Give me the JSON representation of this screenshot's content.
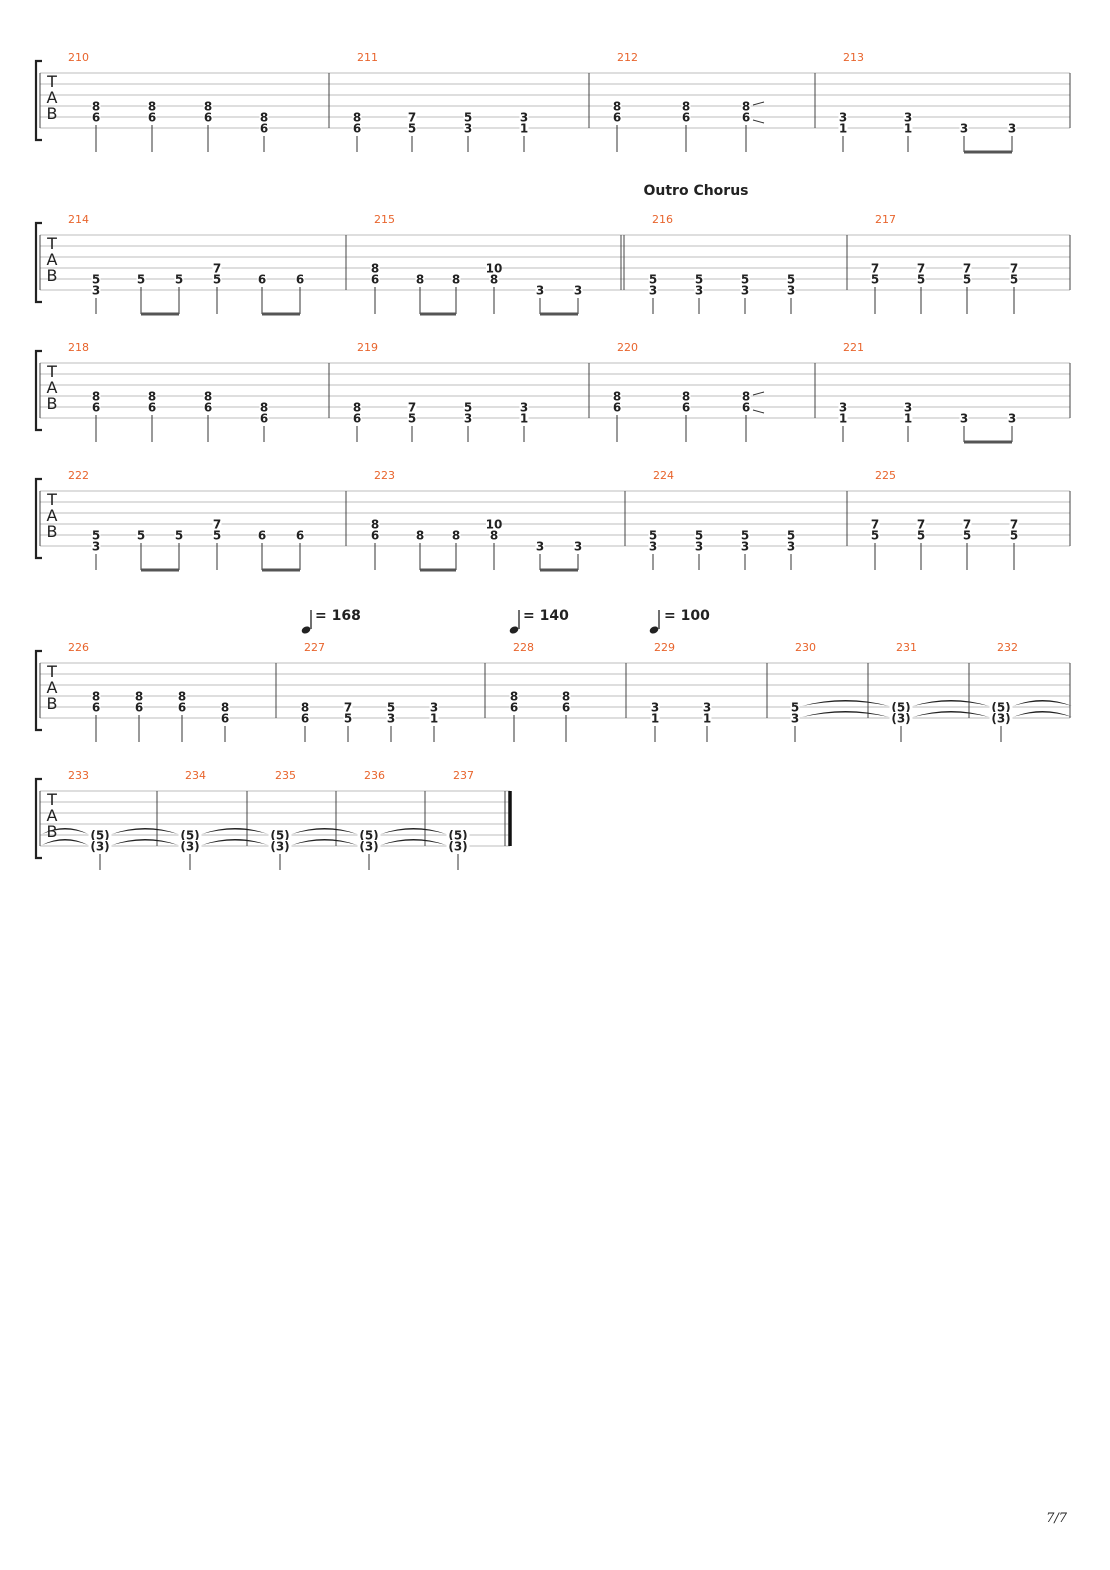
{
  "page": {
    "page_number": "7/7"
  },
  "clef": {
    "letters": [
      "T",
      "A",
      "B"
    ]
  },
  "section_marker": {
    "text": "Outro Chorus"
  },
  "tempo_marks": [
    {
      "bpm": "= 168"
    },
    {
      "bpm": "= 140"
    },
    {
      "bpm": "= 100"
    }
  ],
  "measures": [
    {
      "number": "210",
      "beats": [
        {
          "notes": [
            [
              4,
              "8"
            ],
            [
              5,
              "6"
            ]
          ]
        },
        {
          "notes": [
            [
              4,
              "8"
            ],
            [
              5,
              "6"
            ]
          ]
        },
        {
          "notes": [
            [
              4,
              "8"
            ],
            [
              5,
              "6"
            ]
          ]
        },
        {
          "notes": [
            [
              5,
              "8"
            ],
            [
              6,
              "6"
            ]
          ]
        }
      ]
    },
    {
      "number": "211",
      "beats": [
        {
          "notes": [
            [
              5,
              "8"
            ],
            [
              6,
              "6"
            ]
          ]
        },
        {
          "notes": [
            [
              5,
              "7"
            ],
            [
              6,
              "5"
            ]
          ]
        },
        {
          "notes": [
            [
              5,
              "5"
            ],
            [
              6,
              "3"
            ]
          ]
        },
        {
          "notes": [
            [
              5,
              "3"
            ],
            [
              6,
              "1"
            ]
          ]
        }
      ]
    },
    {
      "number": "212",
      "beats": [
        {
          "notes": [
            [
              4,
              "8"
            ],
            [
              5,
              "6"
            ]
          ]
        },
        {
          "notes": [
            [
              4,
              "8"
            ],
            [
              5,
              "6"
            ]
          ]
        },
        {
          "notes": [
            [
              4,
              "8"
            ],
            [
              5,
              "6"
            ]
          ],
          "slide": true
        }
      ]
    },
    {
      "number": "213",
      "beats": [
        {
          "notes": [
            [
              5,
              "3"
            ],
            [
              6,
              "1"
            ]
          ]
        },
        {
          "notes": [
            [
              5,
              "3"
            ],
            [
              6,
              "1"
            ]
          ]
        },
        {
          "notes": [
            [
              6,
              "3"
            ]
          ],
          "beam": "start"
        },
        {
          "notes": [
            [
              6,
              "3"
            ]
          ],
          "beam": "end"
        }
      ]
    },
    {
      "number": "214",
      "beats": [
        {
          "notes": [
            [
              5,
              "5"
            ],
            [
              6,
              "3"
            ]
          ]
        },
        {
          "notes": [
            [
              5,
              "5"
            ]
          ],
          "beam": "start"
        },
        {
          "notes": [
            [
              5,
              "5"
            ]
          ],
          "beam": "end"
        },
        {
          "notes": [
            [
              4,
              "7"
            ],
            [
              5,
              "5"
            ]
          ]
        },
        {
          "notes": [
            [
              5,
              "6"
            ]
          ],
          "beam": "start"
        },
        {
          "notes": [
            [
              5,
              "6"
            ]
          ],
          "beam": "end"
        }
      ]
    },
    {
      "number": "215",
      "beats": [
        {
          "notes": [
            [
              4,
              "8"
            ],
            [
              5,
              "6"
            ]
          ]
        },
        {
          "notes": [
            [
              5,
              "8"
            ]
          ],
          "beam": "start"
        },
        {
          "notes": [
            [
              5,
              "8"
            ]
          ],
          "beam": "end"
        },
        {
          "notes": [
            [
              4,
              "10"
            ],
            [
              5,
              "8"
            ]
          ]
        },
        {
          "notes": [
            [
              6,
              "3"
            ]
          ],
          "beam": "start"
        },
        {
          "notes": [
            [
              6,
              "3"
            ]
          ],
          "beam": "end"
        }
      ]
    },
    {
      "number": "216",
      "beats": [
        {
          "notes": [
            [
              5,
              "5"
            ],
            [
              6,
              "3"
            ]
          ]
        },
        {
          "notes": [
            [
              5,
              "5"
            ],
            [
              6,
              "3"
            ]
          ]
        },
        {
          "notes": [
            [
              5,
              "5"
            ],
            [
              6,
              "3"
            ]
          ]
        },
        {
          "notes": [
            [
              5,
              "5"
            ],
            [
              6,
              "3"
            ]
          ]
        }
      ]
    },
    {
      "number": "217",
      "beats": [
        {
          "notes": [
            [
              4,
              "7"
            ],
            [
              5,
              "5"
            ]
          ]
        },
        {
          "notes": [
            [
              4,
              "7"
            ],
            [
              5,
              "5"
            ]
          ]
        },
        {
          "notes": [
            [
              4,
              "7"
            ],
            [
              5,
              "5"
            ]
          ]
        },
        {
          "notes": [
            [
              4,
              "7"
            ],
            [
              5,
              "5"
            ]
          ]
        }
      ]
    },
    {
      "number": "218",
      "beats": [
        {
          "notes": [
            [
              4,
              "8"
            ],
            [
              5,
              "6"
            ]
          ]
        },
        {
          "notes": [
            [
              4,
              "8"
            ],
            [
              5,
              "6"
            ]
          ]
        },
        {
          "notes": [
            [
              4,
              "8"
            ],
            [
              5,
              "6"
            ]
          ]
        },
        {
          "notes": [
            [
              5,
              "8"
            ],
            [
              6,
              "6"
            ]
          ]
        }
      ]
    },
    {
      "number": "219",
      "beats": [
        {
          "notes": [
            [
              5,
              "8"
            ],
            [
              6,
              "6"
            ]
          ]
        },
        {
          "notes": [
            [
              5,
              "7"
            ],
            [
              6,
              "5"
            ]
          ]
        },
        {
          "notes": [
            [
              5,
              "5"
            ],
            [
              6,
              "3"
            ]
          ]
        },
        {
          "notes": [
            [
              5,
              "3"
            ],
            [
              6,
              "1"
            ]
          ]
        }
      ]
    },
    {
      "number": "220",
      "beats": [
        {
          "notes": [
            [
              4,
              "8"
            ],
            [
              5,
              "6"
            ]
          ]
        },
        {
          "notes": [
            [
              4,
              "8"
            ],
            [
              5,
              "6"
            ]
          ]
        },
        {
          "notes": [
            [
              4,
              "8"
            ],
            [
              5,
              "6"
            ]
          ],
          "slide": true
        }
      ]
    },
    {
      "number": "221",
      "beats": [
        {
          "notes": [
            [
              5,
              "3"
            ],
            [
              6,
              "1"
            ]
          ]
        },
        {
          "notes": [
            [
              5,
              "3"
            ],
            [
              6,
              "1"
            ]
          ]
        },
        {
          "notes": [
            [
              6,
              "3"
            ]
          ],
          "beam": "start"
        },
        {
          "notes": [
            [
              6,
              "3"
            ]
          ],
          "beam": "end"
        }
      ]
    },
    {
      "number": "222",
      "beats": [
        {
          "notes": [
            [
              5,
              "5"
            ],
            [
              6,
              "3"
            ]
          ]
        },
        {
          "notes": [
            [
              5,
              "5"
            ]
          ],
          "beam": "start"
        },
        {
          "notes": [
            [
              5,
              "5"
            ]
          ],
          "beam": "end"
        },
        {
          "notes": [
            [
              4,
              "7"
            ],
            [
              5,
              "5"
            ]
          ]
        },
        {
          "notes": [
            [
              5,
              "6"
            ]
          ],
          "beam": "start"
        },
        {
          "notes": [
            [
              5,
              "6"
            ]
          ],
          "beam": "end"
        }
      ]
    },
    {
      "number": "223",
      "beats": [
        {
          "notes": [
            [
              4,
              "8"
            ],
            [
              5,
              "6"
            ]
          ]
        },
        {
          "notes": [
            [
              5,
              "8"
            ]
          ],
          "beam": "start"
        },
        {
          "notes": [
            [
              5,
              "8"
            ]
          ],
          "beam": "end"
        },
        {
          "notes": [
            [
              4,
              "10"
            ],
            [
              5,
              "8"
            ]
          ]
        },
        {
          "notes": [
            [
              6,
              "3"
            ]
          ],
          "beam": "start"
        },
        {
          "notes": [
            [
              6,
              "3"
            ]
          ],
          "beam": "end"
        }
      ]
    },
    {
      "number": "224",
      "beats": [
        {
          "notes": [
            [
              5,
              "5"
            ],
            [
              6,
              "3"
            ]
          ]
        },
        {
          "notes": [
            [
              5,
              "5"
            ],
            [
              6,
              "3"
            ]
          ]
        },
        {
          "notes": [
            [
              5,
              "5"
            ],
            [
              6,
              "3"
            ]
          ]
        },
        {
          "notes": [
            [
              5,
              "5"
            ],
            [
              6,
              "3"
            ]
          ]
        }
      ]
    },
    {
      "number": "225",
      "beats": [
        {
          "notes": [
            [
              4,
              "7"
            ],
            [
              5,
              "5"
            ]
          ]
        },
        {
          "notes": [
            [
              4,
              "7"
            ],
            [
              5,
              "5"
            ]
          ]
        },
        {
          "notes": [
            [
              4,
              "7"
            ],
            [
              5,
              "5"
            ]
          ]
        },
        {
          "notes": [
            [
              4,
              "7"
            ],
            [
              5,
              "5"
            ]
          ]
        }
      ]
    },
    {
      "number": "226",
      "beats": [
        {
          "notes": [
            [
              4,
              "8"
            ],
            [
              5,
              "6"
            ]
          ]
        },
        {
          "notes": [
            [
              4,
              "8"
            ],
            [
              5,
              "6"
            ]
          ]
        },
        {
          "notes": [
            [
              4,
              "8"
            ],
            [
              5,
              "6"
            ]
          ]
        },
        {
          "notes": [
            [
              5,
              "8"
            ],
            [
              6,
              "6"
            ]
          ]
        }
      ]
    },
    {
      "number": "227",
      "beats": [
        {
          "notes": [
            [
              5,
              "8"
            ],
            [
              6,
              "6"
            ]
          ]
        },
        {
          "notes": [
            [
              5,
              "7"
            ],
            [
              6,
              "5"
            ]
          ]
        },
        {
          "notes": [
            [
              5,
              "5"
            ],
            [
              6,
              "3"
            ]
          ]
        },
        {
          "notes": [
            [
              5,
              "3"
            ],
            [
              6,
              "1"
            ]
          ]
        }
      ]
    },
    {
      "number": "228",
      "beats": [
        {
          "notes": [
            [
              4,
              "8"
            ],
            [
              5,
              "6"
            ]
          ]
        },
        {
          "notes": [
            [
              4,
              "8"
            ],
            [
              5,
              "6"
            ]
          ]
        }
      ]
    },
    {
      "number": "229",
      "beats": [
        {
          "notes": [
            [
              5,
              "3"
            ],
            [
              6,
              "1"
            ]
          ]
        },
        {
          "notes": [
            [
              5,
              "3"
            ],
            [
              6,
              "1"
            ]
          ]
        }
      ]
    },
    {
      "number": "230",
      "beats": [
        {
          "notes": [
            [
              5,
              "5"
            ],
            [
              6,
              "3"
            ]
          ],
          "tie": true
        }
      ]
    },
    {
      "number": "231",
      "beats": [
        {
          "notes": [
            [
              5,
              "(5)"
            ],
            [
              6,
              "(3)"
            ]
          ],
          "tie": true
        }
      ]
    },
    {
      "number": "232",
      "beats": [
        {
          "notes": [
            [
              5,
              "(5)"
            ],
            [
              6,
              "(3)"
            ]
          ],
          "tie": true
        }
      ]
    },
    {
      "number": "233",
      "beats": [
        {
          "notes": [
            [
              5,
              "(5)"
            ],
            [
              6,
              "(3)"
            ]
          ],
          "tie": true
        }
      ]
    },
    {
      "number": "234",
      "beats": [
        {
          "notes": [
            [
              5,
              "(5)"
            ],
            [
              6,
              "(3)"
            ]
          ],
          "tie": true
        }
      ]
    },
    {
      "number": "235",
      "beats": [
        {
          "notes": [
            [
              5,
              "(5)"
            ],
            [
              6,
              "(3)"
            ]
          ],
          "tie": true
        }
      ]
    },
    {
      "number": "236",
      "beats": [
        {
          "notes": [
            [
              5,
              "(5)"
            ],
            [
              6,
              "(3)"
            ]
          ],
          "tie": true
        }
      ]
    },
    {
      "number": "237",
      "beats": [
        {
          "notes": [
            [
              5,
              "(5)"
            ],
            [
              6,
              "(3)"
            ]
          ]
        }
      ]
    }
  ]
}
